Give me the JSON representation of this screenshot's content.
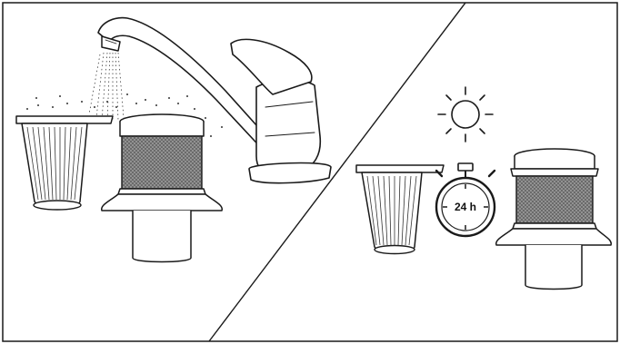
{
  "panels": {
    "left": {
      "step": "rinse-filters-under-tap"
    },
    "right": {
      "step": "dry-filters-in-sun"
    }
  },
  "timer": {
    "label": "24 h"
  },
  "icons": [
    "tap-icon",
    "water-stream-icon",
    "cone-filter-icon",
    "mesh-filter-icon",
    "sun-icon",
    "stopwatch-icon"
  ],
  "colors": {
    "ink": "#1a1a1a",
    "mesh": "#8c8c8c",
    "background": "#ffffff"
  }
}
